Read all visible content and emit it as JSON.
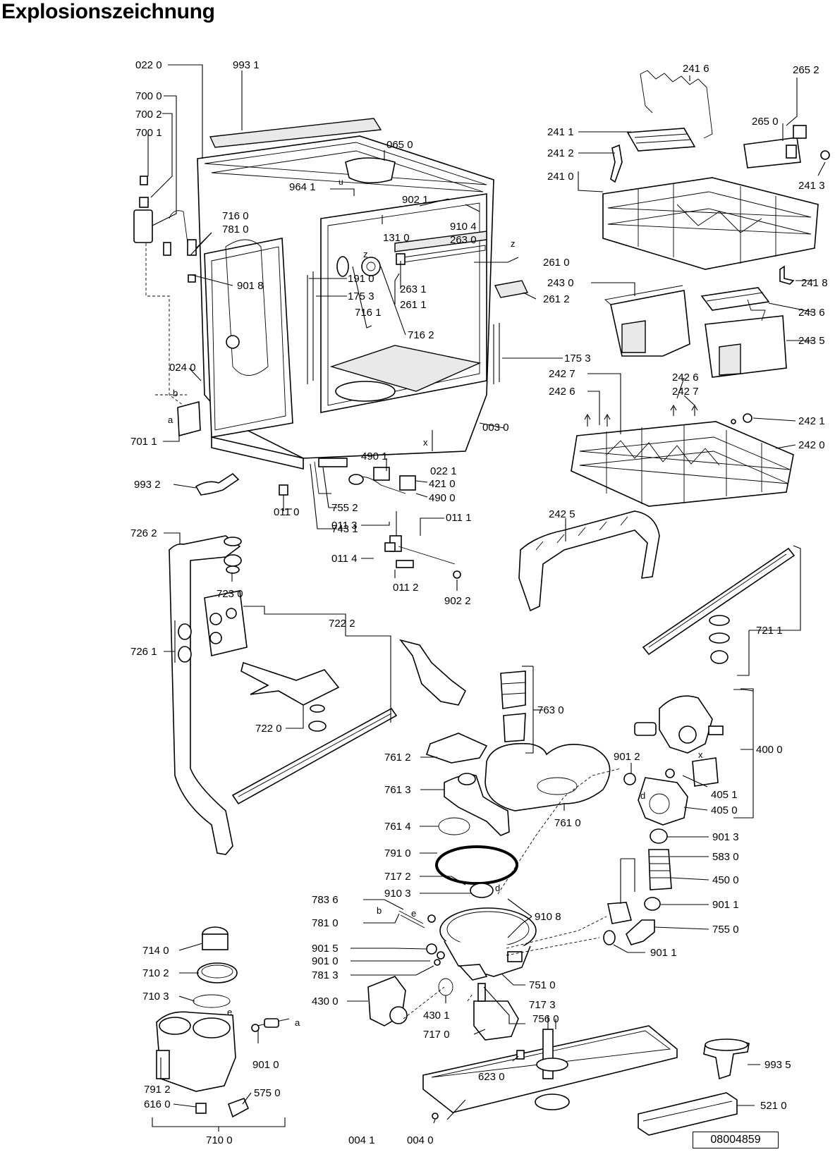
{
  "title": "Explosionszeichnung",
  "document_number": "08004859",
  "labels": {
    "l0220": "022 0",
    "l9931": "993 1",
    "l7000": "700 0",
    "l7002": "700 2",
    "l7001": "700 1",
    "l0650": "065 0",
    "l9641": "964 1",
    "l9021": "902 1",
    "l7160": "716 0",
    "l7810": "781 0",
    "l9104": "910 4",
    "l1310": "131 0",
    "l2630": "263 0",
    "l9018": "901 8",
    "l1910": "191 0",
    "l1753a": "175 3",
    "l2631": "263 1",
    "l2611": "261 1",
    "l2610": "261 0",
    "l2612": "261 2",
    "l7161": "716 1",
    "l7162": "716 2",
    "l1753b": "175 3",
    "l0240": "024 0",
    "l0030": "003 0",
    "l7011": "701 1",
    "l0221": "022 1",
    "l4901": "490 1",
    "l4210": "421 0",
    "l4900": "490 0",
    "l9932": "993 2",
    "l7552": "755 2",
    "l0110": "011 0",
    "l7431": "743 1",
    "l0111": "011 1",
    "l0113": "011 3",
    "l0114": "011 4",
    "l0112": "011 2",
    "l9022": "902 2",
    "l2416": "241 6",
    "l2652": "265 2",
    "l2411": "241 1",
    "l2650": "265 0",
    "l2412": "241 2",
    "l2413": "241 3",
    "l2410": "241 0",
    "l2418": "241 8",
    "l2430": "243 0",
    "l2436": "243 6",
    "l2435": "243 5",
    "l2426a": "242 6",
    "l2427a": "242 7",
    "l2427b": "242 7",
    "l2426b": "242 6",
    "l2421": "242 1",
    "l2420": "242 0",
    "l2425": "242 5",
    "l7211": "721 1",
    "l7262": "726 2",
    "l7230": "723 0",
    "l7222": "722 2",
    "l7261": "726 1",
    "l7220": "722 0",
    "l7630": "763 0",
    "l4000": "400 0",
    "l7612": "761 2",
    "l9012": "901 2",
    "l7613": "761 3",
    "l4051": "405 1",
    "l7614": "761 4",
    "l7610": "761 0",
    "l4050": "405 0",
    "l9013": "901 3",
    "l7910": "791 0",
    "l5830": "583 0",
    "l7172": "717 2",
    "l4500": "450 0",
    "l7836": "783 6",
    "l9103": "910 3",
    "l9108": "910 8",
    "l9011a": "901 1",
    "l7810b": "781 0",
    "l7550": "755 0",
    "l7140": "714 0",
    "l9015": "901 5",
    "l9010a": "901 0",
    "l9011b": "901 1",
    "l7102": "710 2",
    "l7813": "781 3",
    "l7510": "751 0",
    "l7103": "710 3",
    "l4300": "430 0",
    "l7173": "717 3",
    "l4301": "430 1",
    "l7560": "756 0",
    "l7170": "717 0",
    "l9010b": "901 0",
    "l9935": "993 5",
    "l7912": "791 2",
    "l6230": "623 0",
    "l6160": "616 0",
    "l5750": "575 0",
    "l5210": "521 0",
    "l7100": "710 0",
    "l0041": "004 1",
    "l0040": "004 0",
    "la": "a",
    "lb": "b",
    "lz1": "z",
    "lz2": "z",
    "lx1": "x",
    "lx2": "x",
    "ld1": "d",
    "ld2": "d",
    "lb2": "b",
    "le1": "e",
    "le2": "e",
    "la2": "a",
    "lu": "u"
  }
}
